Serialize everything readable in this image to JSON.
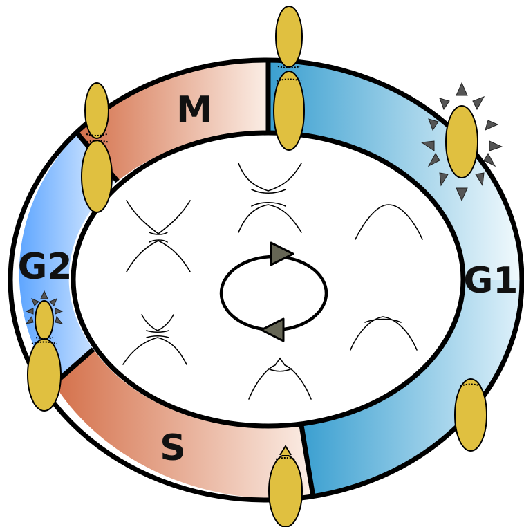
{
  "diagram": {
    "phases": [
      {
        "id": "M",
        "label": "M",
        "colors": [
          "#d4704a",
          "#fbeee6"
        ]
      },
      {
        "id": "G1",
        "label": "G1",
        "colors": [
          "#3a9fd0",
          "#f2fafd"
        ]
      },
      {
        "id": "S",
        "label": "S",
        "colors": [
          "#d4704a",
          "#fbeee6"
        ]
      },
      {
        "id": "G2",
        "label": "G2",
        "colors": [
          "#5fa6ff",
          "#e9f3ff"
        ]
      }
    ],
    "center_icon": "cycle-arrows-icon",
    "cell_shape_icon": "yeast-bud-outline-icon",
    "cell_color": "#e0c040",
    "outline_color": "#000000",
    "burst_color": "#555555"
  }
}
